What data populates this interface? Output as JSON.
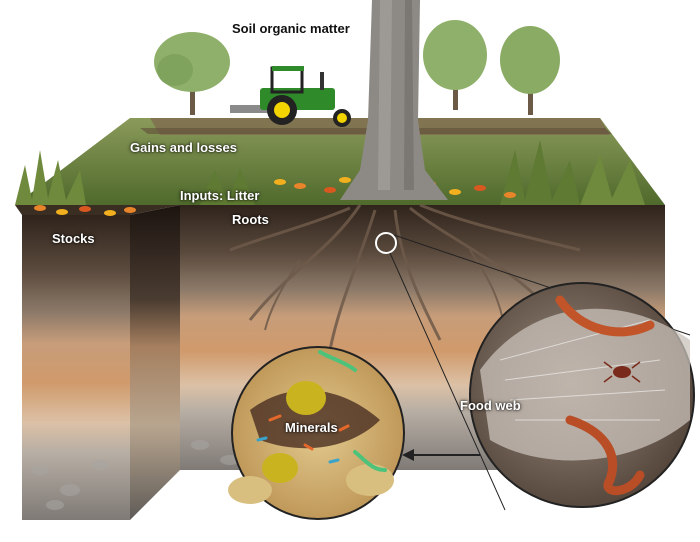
{
  "labels": {
    "title": "Soil organic matter",
    "gains_losses": "Gains and losses",
    "inputs": "Inputs: Litter",
    "roots": "Roots",
    "stocks": "Stocks",
    "food_web": "Food web",
    "minerals": "Minerals"
  },
  "colors": {
    "sky": "#ffffff",
    "grass": "#6f8a3c",
    "grass_dark": "#4e6a2a",
    "topsoil": "#3a2a20",
    "subsoil_orange": "#c98f64",
    "subsoil_pale": "#e3c8aa",
    "rock_gray": "#8f8f8f",
    "tractor_green": "#2f8a2a",
    "tractor_yellow": "#f2d400",
    "worm": "#c2542a",
    "mineral_tan": "#d7b877"
  },
  "icons": [
    "tree-icon",
    "tractor-icon",
    "leaf-icon",
    "earthworm-icon",
    "mite-icon",
    "bacteria-icon"
  ]
}
